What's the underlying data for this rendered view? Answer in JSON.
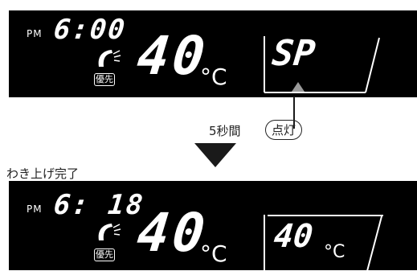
{
  "top_display": {
    "period": "PM",
    "time": "6:00",
    "temperature": "40",
    "unit": "°C",
    "priority_label": "優先",
    "tank_code": "SP"
  },
  "callout": {
    "duration_text": "5秒間",
    "lit_label": "点灯"
  },
  "transition_label": "わき上げ完了",
  "bottom_display": {
    "period": "PM",
    "time": "6: 18",
    "temperature": "40",
    "unit": "°C",
    "priority_label": "優先",
    "tank_temperature": "40",
    "tank_unit": "°C"
  },
  "colors": {
    "panel_background": "#000000",
    "segment_color": "#ffffff",
    "indicator_gray": "#9a9a9a",
    "arrow_color": "#1a1a1a"
  },
  "icons": [
    "tap-icon",
    "indicator-up-arrow",
    "down-triangle-arrow"
  ]
}
